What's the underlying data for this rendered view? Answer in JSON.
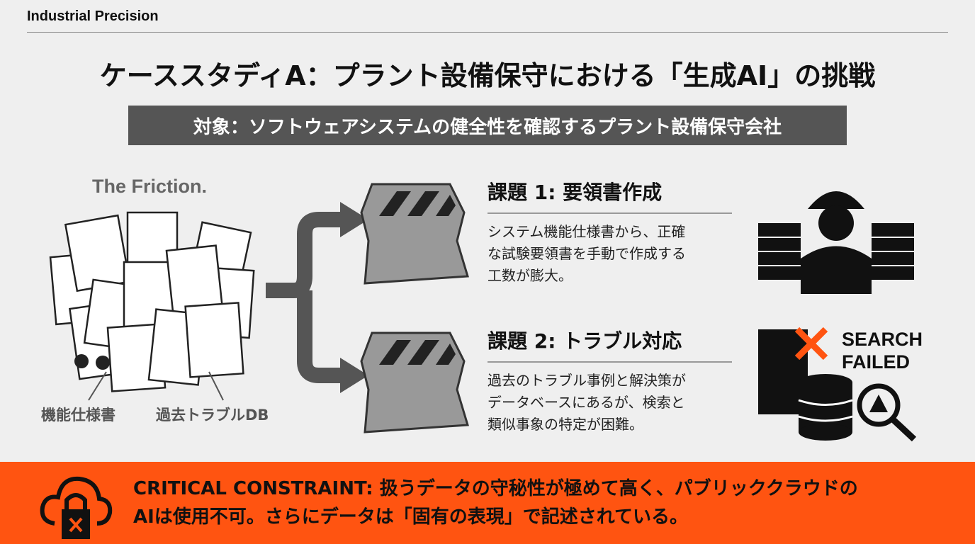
{
  "brand": "Industrial Precision",
  "title": "ケーススタディA：プラント設備保守における「生成AI」の挑戦",
  "subtitle": "対象：ソフトウェアシステムの健全性を確認するプラント設備保守会社",
  "friction": {
    "heading": "The Friction.",
    "labels": [
      "機能仕様書",
      "過去トラブルDB"
    ]
  },
  "issues": [
    {
      "title": "課題 1: 要領書作成",
      "lines": [
        "システム機能仕様書から、正確",
        "な試験要領書を手動で作成する",
        "工数が膨大。"
      ]
    },
    {
      "title": "課題 2: トラブル対応",
      "lines": [
        "過去のトラブル事例と解決策が",
        "データベースにあるが、検索と",
        "類似事象の特定が困難。"
      ]
    }
  ],
  "search_failed": [
    "SEARCH",
    "FAILED"
  ],
  "constraint": {
    "lines": [
      "CRITICAL CONSTRAINT: 扱うデータの守秘性が極めて高く、パブリッククラウドの",
      "AIは使用不可。さらにデータは「固有の表現」で記述されている。"
    ]
  },
  "colors": {
    "accent": "#ff5411",
    "subtitle_bg": "#555555"
  }
}
